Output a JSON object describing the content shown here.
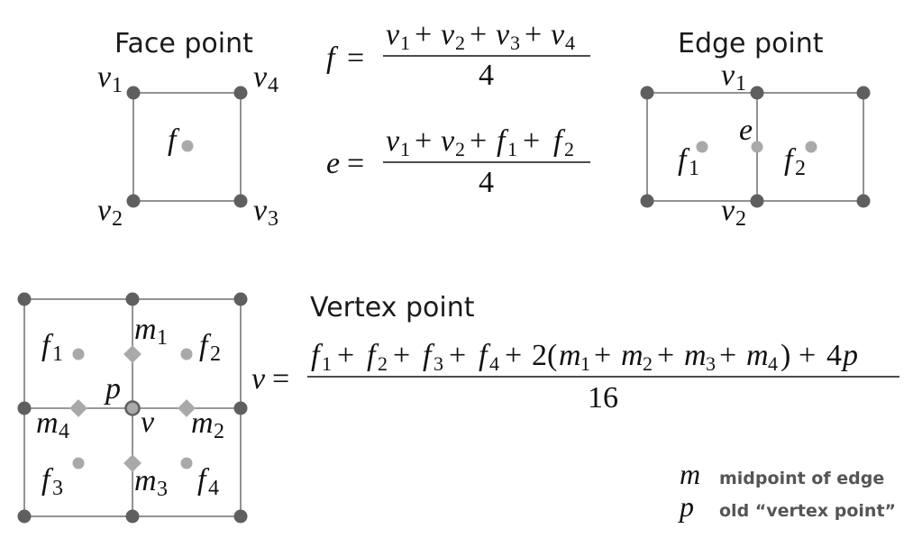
{
  "face": {
    "heading": "Face point",
    "formula_lhs": "f",
    "formula_numer": [
      "v1",
      "+",
      "v2",
      "+",
      "v3",
      "+",
      "v4"
    ],
    "formula_denom": "4",
    "labels": {
      "v1": "v",
      "v1_sub": "1",
      "v2": "v",
      "v2_sub": "2",
      "v3": "v",
      "v3_sub": "3",
      "v4": "v",
      "v4_sub": "4",
      "f": "f"
    }
  },
  "edge": {
    "heading": "Edge point",
    "formula_lhs": "e",
    "formula_numer": [
      "v1",
      "+",
      "v2",
      "+",
      "f1",
      "+",
      "f2"
    ],
    "formula_denom": "4",
    "labels": {
      "v1": "v",
      "v1_sub": "1",
      "v2": "v",
      "v2_sub": "2",
      "e": "e",
      "f1": "f",
      "f1_sub": "1",
      "f2": "f",
      "f2_sub": "2"
    }
  },
  "vertex": {
    "heading": "Vertex point",
    "formula_lhs": "v",
    "formula_denom": "16",
    "labels": {
      "f1": "f",
      "f1_sub": "1",
      "f2": "f",
      "f2_sub": "2",
      "f3": "f",
      "f3_sub": "3",
      "f4": "f",
      "f4_sub": "4",
      "m1": "m",
      "m1_sub": "1",
      "m2": "m",
      "m2_sub": "2",
      "m3": "m",
      "m3_sub": "3",
      "m4": "m",
      "m4_sub": "4",
      "p": "p",
      "v": "v"
    }
  },
  "legend": [
    {
      "symbol": "m",
      "text": "midpoint of edge"
    },
    {
      "symbol": "p",
      "text": "old “vertex point”"
    }
  ],
  "colors": {
    "vertex": "#5f5f5f",
    "point": "#a9a9a9",
    "edge": "#777777"
  }
}
